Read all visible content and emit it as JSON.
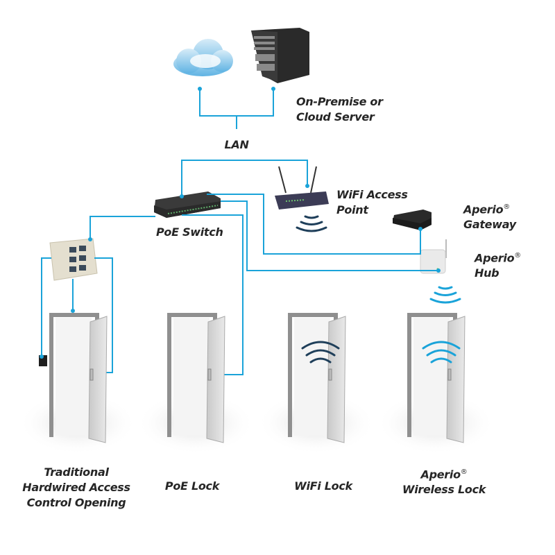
{
  "colors": {
    "connection_line": "#1aa3d9",
    "text": "#262626",
    "wifi_wave_dark": "#1f3f5a",
    "wifi_wave_blue": "#1aa3d9"
  },
  "nodes": {
    "server": {
      "line1": "On-Premise or",
      "line2": "Cloud Server"
    },
    "lan": {
      "label": "LAN"
    },
    "poe_switch": {
      "label": "PoE Switch"
    },
    "wifi_ap": {
      "line1": "WiFi Access",
      "line2": "Point"
    },
    "gateway": {
      "line1": "Aperio",
      "reg": "®",
      "line2": "Gateway"
    },
    "hub": {
      "line1": "Aperio",
      "reg": "®",
      "line2": "Hub"
    }
  },
  "doors": [
    {
      "line1": "Traditional",
      "line2": "Hardwired Access",
      "line3": "Control Opening"
    },
    {
      "line1": "PoE Lock"
    },
    {
      "line1": "WiFi Lock"
    },
    {
      "line1": "Aperio",
      "reg": "®",
      "line2": "Wireless Lock"
    }
  ]
}
